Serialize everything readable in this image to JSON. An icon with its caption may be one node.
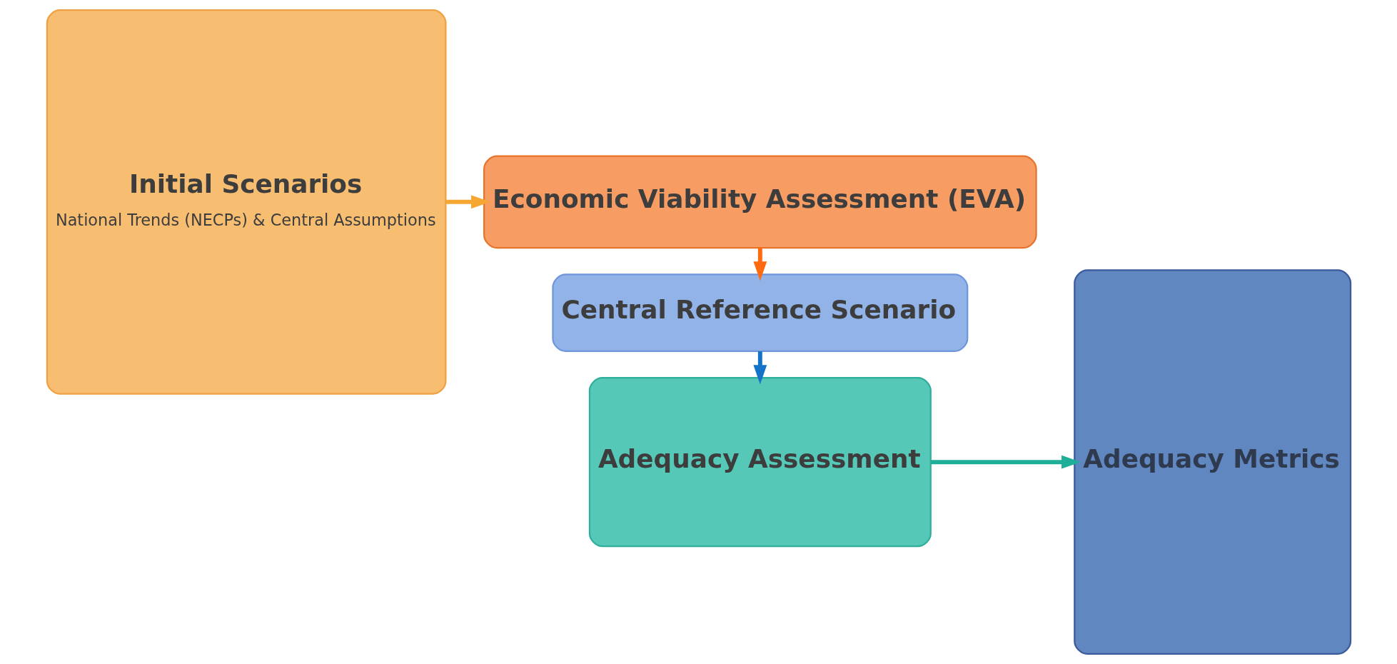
{
  "diagram": {
    "nodes": [
      {
        "text": [
          "Initial Scenarios",
          "National Trends (NECPs) & Central Assumptions"
        ]
      },
      {
        "text": [
          "Economic Viability Assessment (EVA)"
        ]
      },
      {
        "text": [
          "Central Reference Scenario"
        ]
      },
      {
        "text": [
          "Adequacy Assessment"
        ]
      },
      {
        "text": [
          "Adequacy Metrics"
        ]
      }
    ],
    "edges": [
      {
        "from": 0,
        "to": 1,
        "arrow": "to",
        "color": "#f5a633"
      },
      {
        "from": 1,
        "to": 2,
        "arrow": "to",
        "color": "#ff6a10"
      },
      {
        "from": 2,
        "to": 3,
        "arrow": "to",
        "color": "#1473c8"
      },
      {
        "from": 3,
        "to": 4,
        "arrow": "to",
        "color": "#1fae98"
      }
    ]
  }
}
